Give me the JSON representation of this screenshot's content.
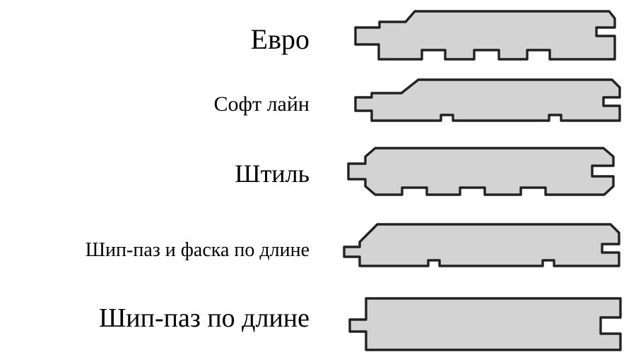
{
  "profiles": [
    {
      "id": "euro",
      "label": "Евро"
    },
    {
      "id": "soft-line",
      "label": "Софт лайн"
    },
    {
      "id": "shtil",
      "label": "Штиль"
    },
    {
      "id": "tongue-groove-chamfer",
      "label": "Шип-паз и фаска по длине"
    },
    {
      "id": "tongue-groove",
      "label": "Шип-паз по длине"
    }
  ],
  "colors": {
    "background": "#ffffff",
    "profile_fill": "#d3d3d3",
    "profile_outline": "#222222",
    "text": "#000000"
  }
}
